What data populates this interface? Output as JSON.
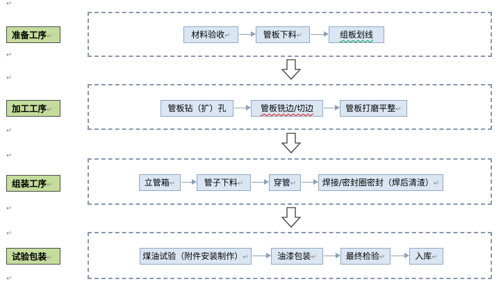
{
  "paragraph_mark": "↵",
  "stages": [
    {
      "label": "准备工序",
      "steps": [
        "材料验收",
        "管板下料",
        "组板划线"
      ]
    },
    {
      "label": "加工工序",
      "steps": [
        "管板钻（扩）孔",
        "管板铣边/切边",
        "管板打磨平整"
      ]
    },
    {
      "label": "组装工序",
      "steps": [
        "立管箱",
        "管子下料",
        "穿管",
        "焊接/密封圈密封（焊后清渣）"
      ]
    },
    {
      "label": "试验包装",
      "steps": [
        "煤油试验（附件安装制作）",
        "油漆包装",
        "最终检验",
        "入库"
      ]
    }
  ],
  "colors": {
    "stage_fill": "#c4dc9c",
    "step_fill": "#dbe6f3",
    "frame_dash": "#8796ad"
  },
  "icons": [
    "down-arrow-icon",
    "right-arrow-icon",
    "paragraph-mark-icon"
  ]
}
